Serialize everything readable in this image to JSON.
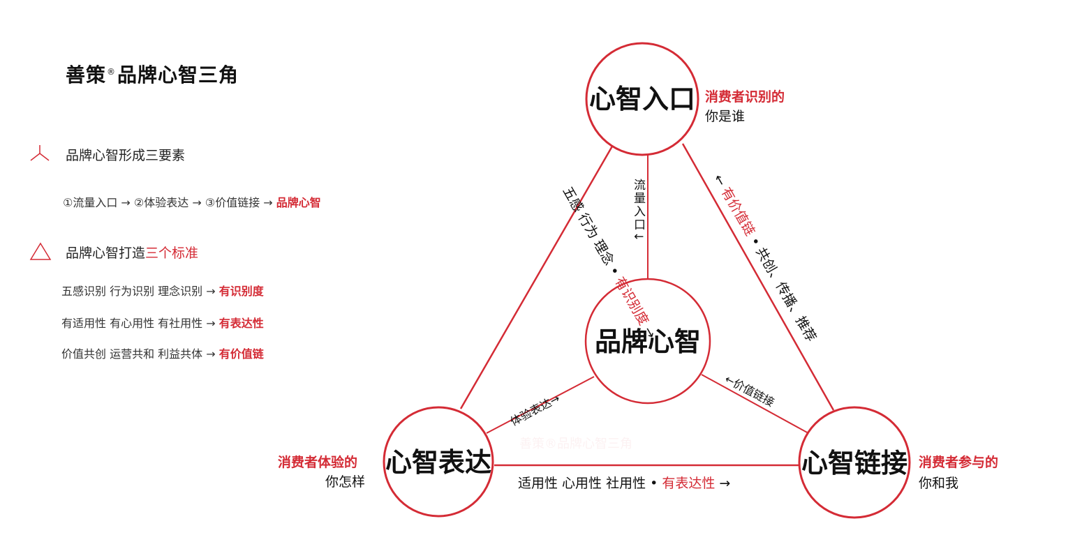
{
  "title": {
    "brand": "善策",
    "reg": "®",
    "text": "品牌心智三角"
  },
  "section1": {
    "heading": "品牌心智形成三要素",
    "chain_plain": "①流量入口 → ②体验表达 → ③价值链接 → ",
    "chain_result": "品牌心智"
  },
  "section2": {
    "heading_plain": "品牌心智打造",
    "heading_red": "三个标准"
  },
  "standards": [
    {
      "items": "五感识别  行为识别  理念识别  → ",
      "result": "有识别度"
    },
    {
      "items": "有适用性  有心用性  有社用性  → ",
      "result": "有表达性"
    },
    {
      "items": "价值共创  运营共和  利益共体  → ",
      "result": "有价值链"
    }
  ],
  "nodes": {
    "top": {
      "label": "心智入口",
      "red": "消费者识别的",
      "dark": "你是谁"
    },
    "left": {
      "label": "心智表达",
      "red_plain": "消费者",
      "red": "体验的",
      "dark": "你怎样"
    },
    "right": {
      "label": "心智链接",
      "red_plain": "消费者",
      "red": "参与的",
      "dark": "你和我"
    },
    "center": {
      "label": "品牌心智"
    }
  },
  "edges": {
    "left_dark": "五感 行为 理念 •",
    "left_red": "有识别度",
    "left_arrow": "→",
    "right_arrow": "←",
    "right_red": "有价值链",
    "right_dark": "• 共创、传播、推荐",
    "bottom_dark": "适用性  心用性  社用性 • ",
    "bottom_red": "有表达性",
    "bottom_arrow": " →",
    "vertical": "流量入口↓",
    "inner_left": "体验表达→",
    "inner_right": "←价值链接"
  },
  "colors": {
    "accent": "#d42b35",
    "text": "#111111"
  }
}
